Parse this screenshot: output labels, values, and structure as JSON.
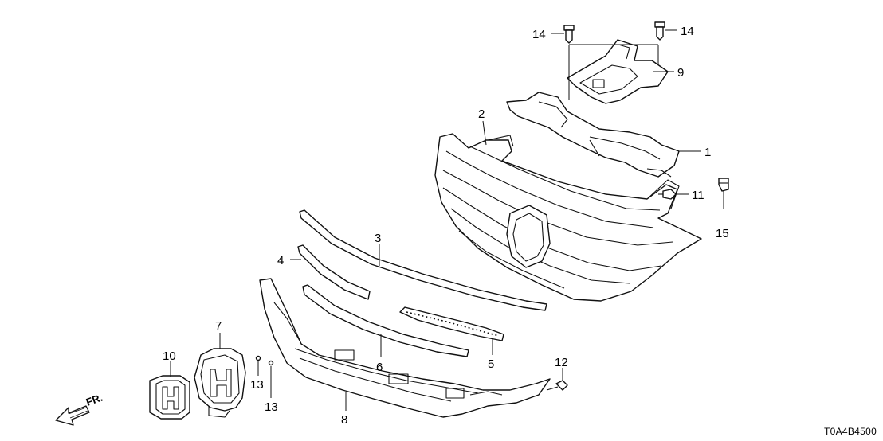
{
  "callouts": [
    {
      "id": "1",
      "label": "1"
    },
    {
      "id": "2",
      "label": "2"
    },
    {
      "id": "3",
      "label": "3"
    },
    {
      "id": "4",
      "label": "4"
    },
    {
      "id": "5",
      "label": "5"
    },
    {
      "id": "6",
      "label": "6"
    },
    {
      "id": "7",
      "label": "7"
    },
    {
      "id": "8",
      "label": "8"
    },
    {
      "id": "9",
      "label": "9"
    },
    {
      "id": "10",
      "label": "10"
    },
    {
      "id": "11",
      "label": "11"
    },
    {
      "id": "12",
      "label": "12"
    },
    {
      "id": "13a",
      "label": "13"
    },
    {
      "id": "13b",
      "label": "13"
    },
    {
      "id": "14a",
      "label": "14"
    },
    {
      "id": "14b",
      "label": "14"
    },
    {
      "id": "15",
      "label": "15"
    }
  ],
  "direction_label": "FR.",
  "diagram_code": "T0A4B4500"
}
